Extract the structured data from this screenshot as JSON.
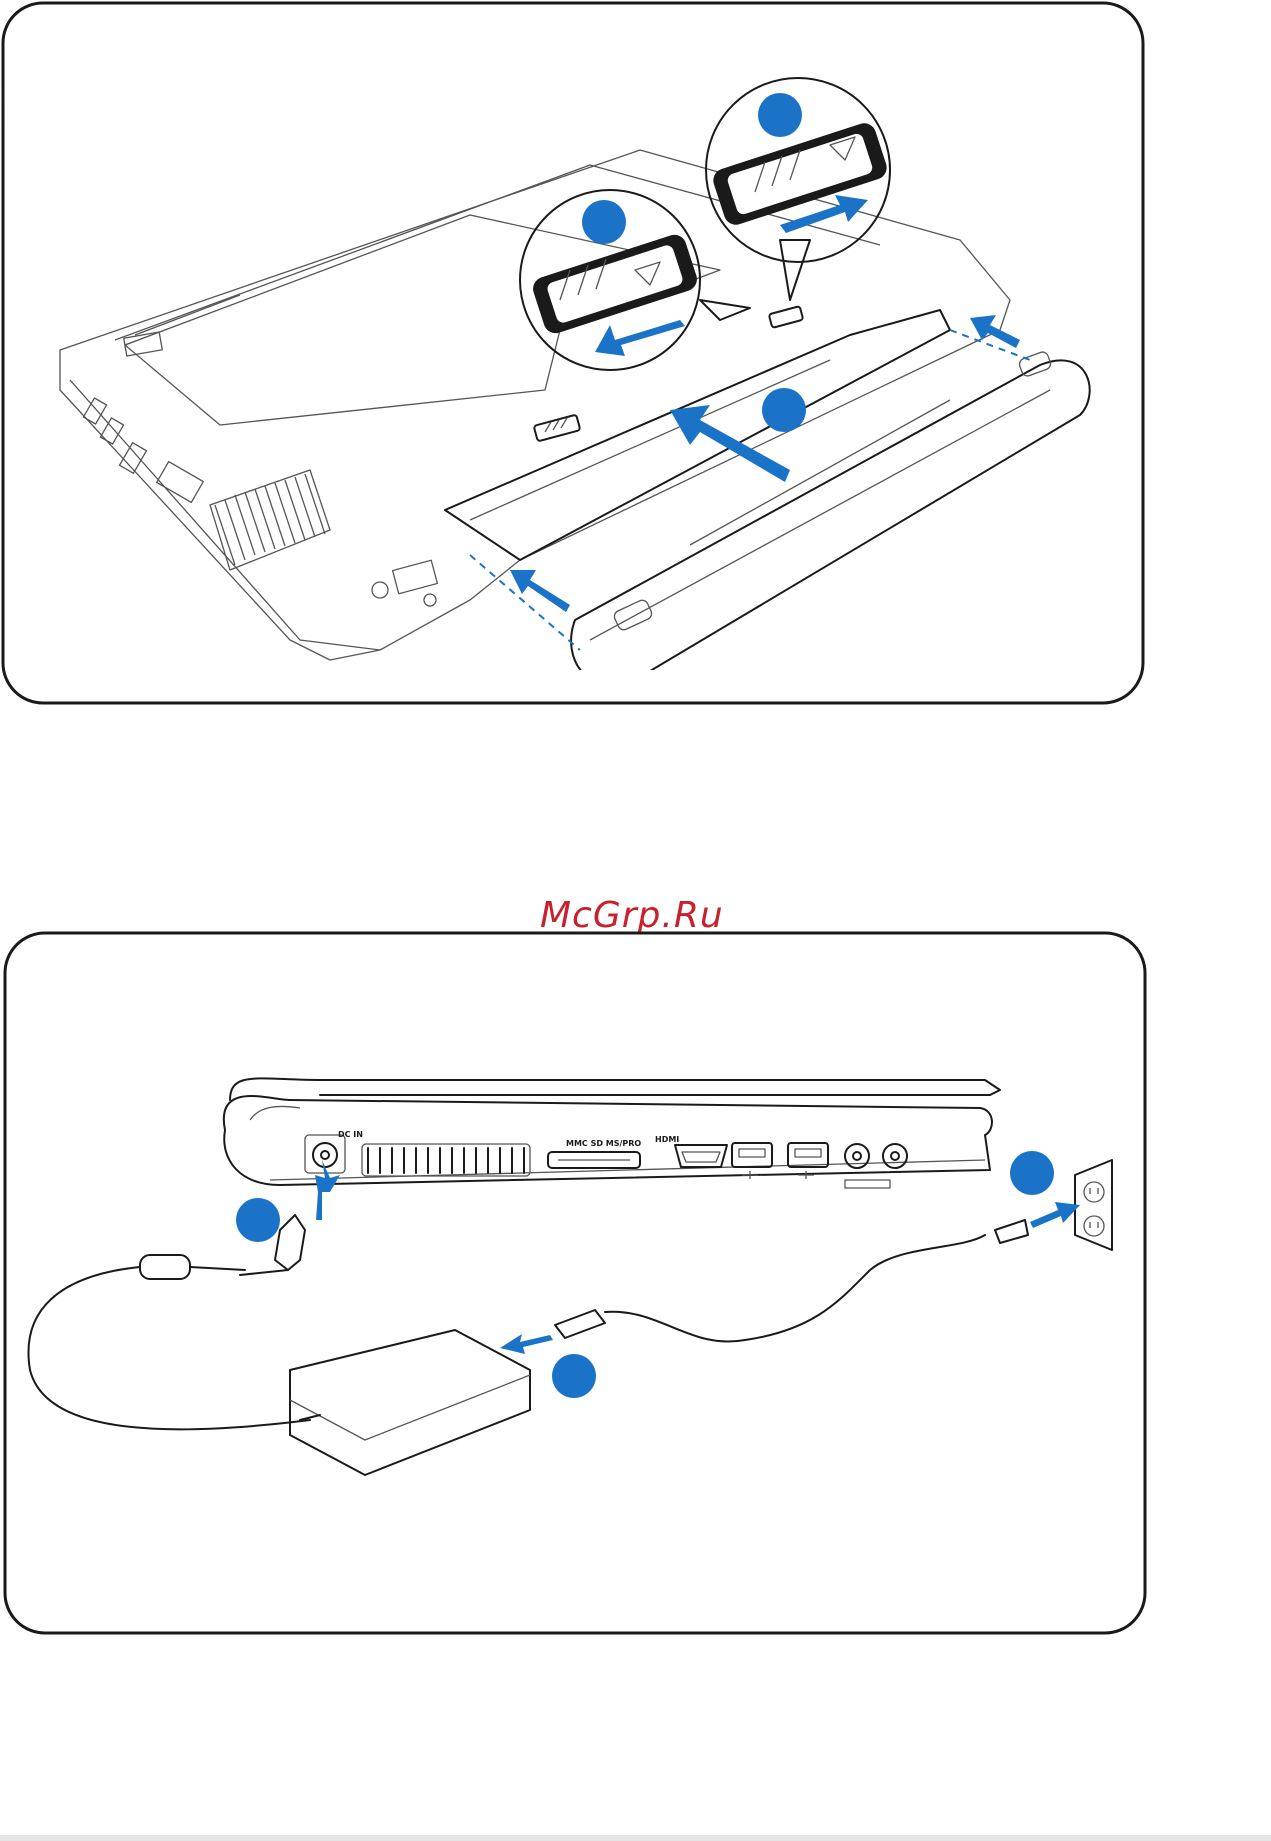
{
  "watermark": "McGrp.Ru",
  "colors": {
    "accent": "#1a73c7",
    "line": "#1a1a1a",
    "watermark": "#c8202c"
  },
  "battery_panel": {
    "step_markers": [
      "",
      "",
      ""
    ],
    "icons": [
      "lock-slider-locked-icon",
      "lock-slider-unlocked-icon",
      "insert-arrow-icon"
    ]
  },
  "power_panel": {
    "step_markers": [
      "",
      "",
      ""
    ],
    "port_labels": {
      "dc_in": "DC IN",
      "card_reader": "MMC SD MS/PRO",
      "hdmi": "HDMI"
    },
    "icons": [
      "dc-jack-icon",
      "wall-outlet-icon",
      "power-adapter-icon",
      "usb-icon",
      "audio-jack-icon"
    ]
  }
}
